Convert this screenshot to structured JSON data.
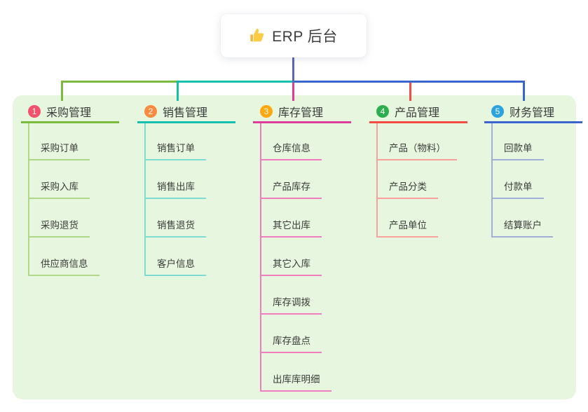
{
  "root": {
    "title": "ERP 后台",
    "icon": "thumbs-up-icon"
  },
  "colors": {
    "page_bg": "#FFFFFF",
    "panel_bg": "#E7F6DE",
    "card_bg": "#FFFFFF",
    "root_line": "#5B66BE",
    "title_text": "#3E3E3E",
    "topic_text": "#3B3B3B",
    "child_text": "#3C3C3C"
  },
  "branches": [
    {
      "badge": "1",
      "label": "采购管理",
      "badge_color": "#F3516B",
      "color": "#7CBA3F",
      "light_color": "#AFD787",
      "children": [
        "采购订单",
        "采购入库",
        "采购退货",
        "供应商信息"
      ]
    },
    {
      "badge": "2",
      "label": "销售管理",
      "badge_color": "#FA8A3D",
      "color": "#16BFAE",
      "light_color": "#7EDCD2",
      "children": [
        "销售订单",
        "销售出库",
        "销售退货",
        "客户信息"
      ]
    },
    {
      "badge": "3",
      "label": "库存管理",
      "badge_color": "#FFA80F",
      "color": "#DE3C9B",
      "light_color": "#F07EBE",
      "children": [
        "仓库信息",
        "产品库存",
        "其它出库",
        "其它入库",
        "库存调拨",
        "库存盘点",
        "出库库明细"
      ]
    },
    {
      "badge": "4",
      "label": "产品管理",
      "badge_color": "#2EAF4F",
      "color": "#F44B45",
      "light_color": "#F9A09C",
      "children": [
        "产品（物料）",
        "产品分类",
        "产品单位"
      ]
    },
    {
      "badge": "5",
      "label": "财务管理",
      "badge_color": "#2BA3DF",
      "color": "#3B64CE",
      "light_color": "#9FAFD8",
      "children": [
        "回款单",
        "付款单",
        "结算账户"
      ]
    }
  ]
}
